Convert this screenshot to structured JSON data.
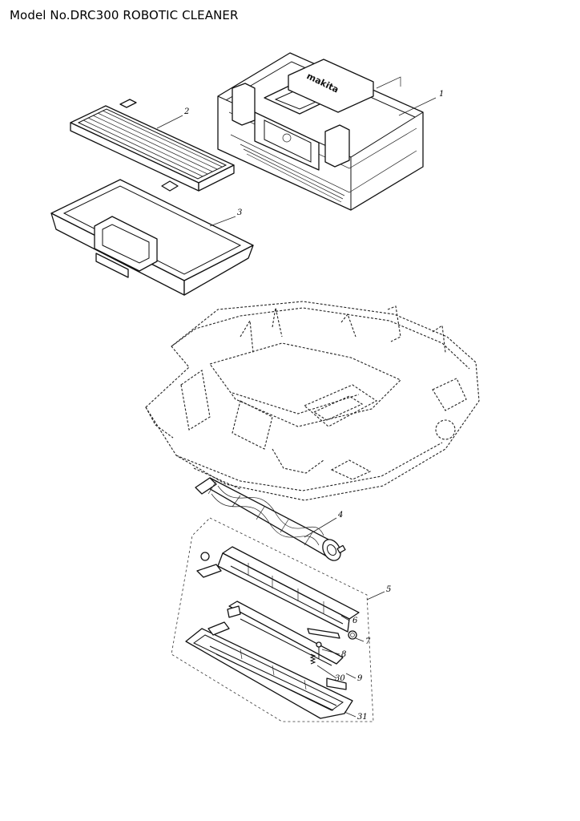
{
  "header": {
    "title": "Model No.DRC300 ROBOTIC CLEANER"
  },
  "parts": [
    {
      "ref": "1"
    },
    {
      "ref": "2"
    },
    {
      "ref": "3"
    },
    {
      "ref": "4"
    },
    {
      "ref": "5"
    },
    {
      "ref": "6"
    },
    {
      "ref": "7"
    },
    {
      "ref": "8"
    },
    {
      "ref": "9"
    },
    {
      "ref": "30"
    },
    {
      "ref": "31"
    }
  ],
  "brand_mark": "makita"
}
